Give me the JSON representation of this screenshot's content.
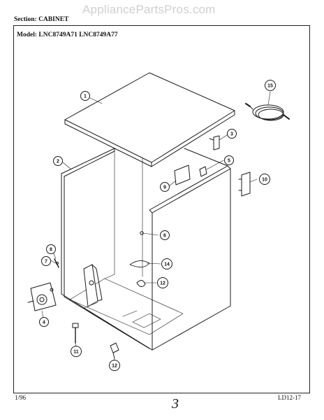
{
  "header": {
    "watermark": "AppliancePartsPros.com",
    "section": "Section:  CABINET",
    "model": "Model:  LNC8749A71  LNC8749A77"
  },
  "footer": {
    "date": "1/96",
    "code": "LD12-17",
    "page": "3"
  },
  "callouts": [
    {
      "id": "c1",
      "label": "1"
    },
    {
      "id": "c2",
      "label": "2"
    },
    {
      "id": "c3",
      "label": "3"
    },
    {
      "id": "c4",
      "label": "4"
    },
    {
      "id": "c5",
      "label": "5"
    },
    {
      "id": "c6",
      "label": "6"
    },
    {
      "id": "c7",
      "label": "7"
    },
    {
      "id": "c8",
      "label": "8"
    },
    {
      "id": "c9",
      "label": "9"
    },
    {
      "id": "c10",
      "label": "10"
    },
    {
      "id": "c11",
      "label": "11"
    },
    {
      "id": "c12a",
      "label": "12"
    },
    {
      "id": "c12b",
      "label": "12"
    },
    {
      "id": "c14",
      "label": "14"
    },
    {
      "id": "c15",
      "label": "15"
    }
  ]
}
